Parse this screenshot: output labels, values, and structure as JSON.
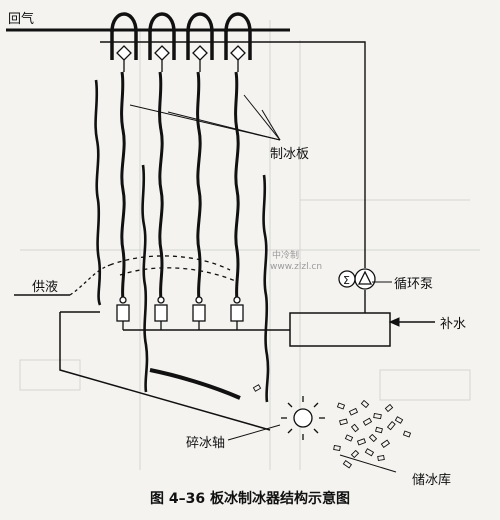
{
  "labels": {
    "return_gas": "回气",
    "ice_plate": "制冰板",
    "supply_liquid": "供液",
    "circulation_pump": "循环泵",
    "makeup_water": "补水",
    "crusher_shaft": "碎冰轴",
    "ice_storage": "储冰库"
  },
  "caption": "图 4–36   板冰制冰器结构示意图",
  "watermark": {
    "line1": "中冷制",
    "line2": "www.zlzl.cn"
  }
}
